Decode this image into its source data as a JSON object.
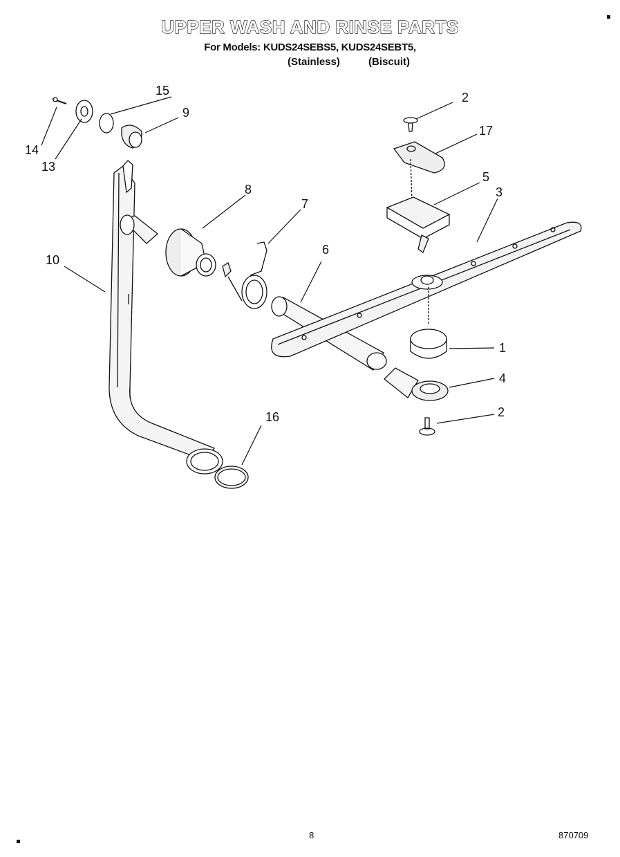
{
  "header": {
    "title": "UPPER WASH AND RINSE PARTS",
    "models_line": "For Models: KUDS24SEBS5, KUDS24SEBT5,",
    "finish_stainless": "(Stainless)",
    "finish_biscuit": "(Biscuit)"
  },
  "callouts": {
    "c1": "1",
    "c2a": "2",
    "c2b": "2",
    "c3": "3",
    "c4": "4",
    "c5": "5",
    "c6": "6",
    "c7": "7",
    "c8": "8",
    "c9": "9",
    "c10": "10",
    "c13": "13",
    "c14": "14",
    "c15": "15",
    "c16": "16",
    "c17": "17"
  },
  "footer": {
    "page_number": "8",
    "doc_code": "870709"
  }
}
